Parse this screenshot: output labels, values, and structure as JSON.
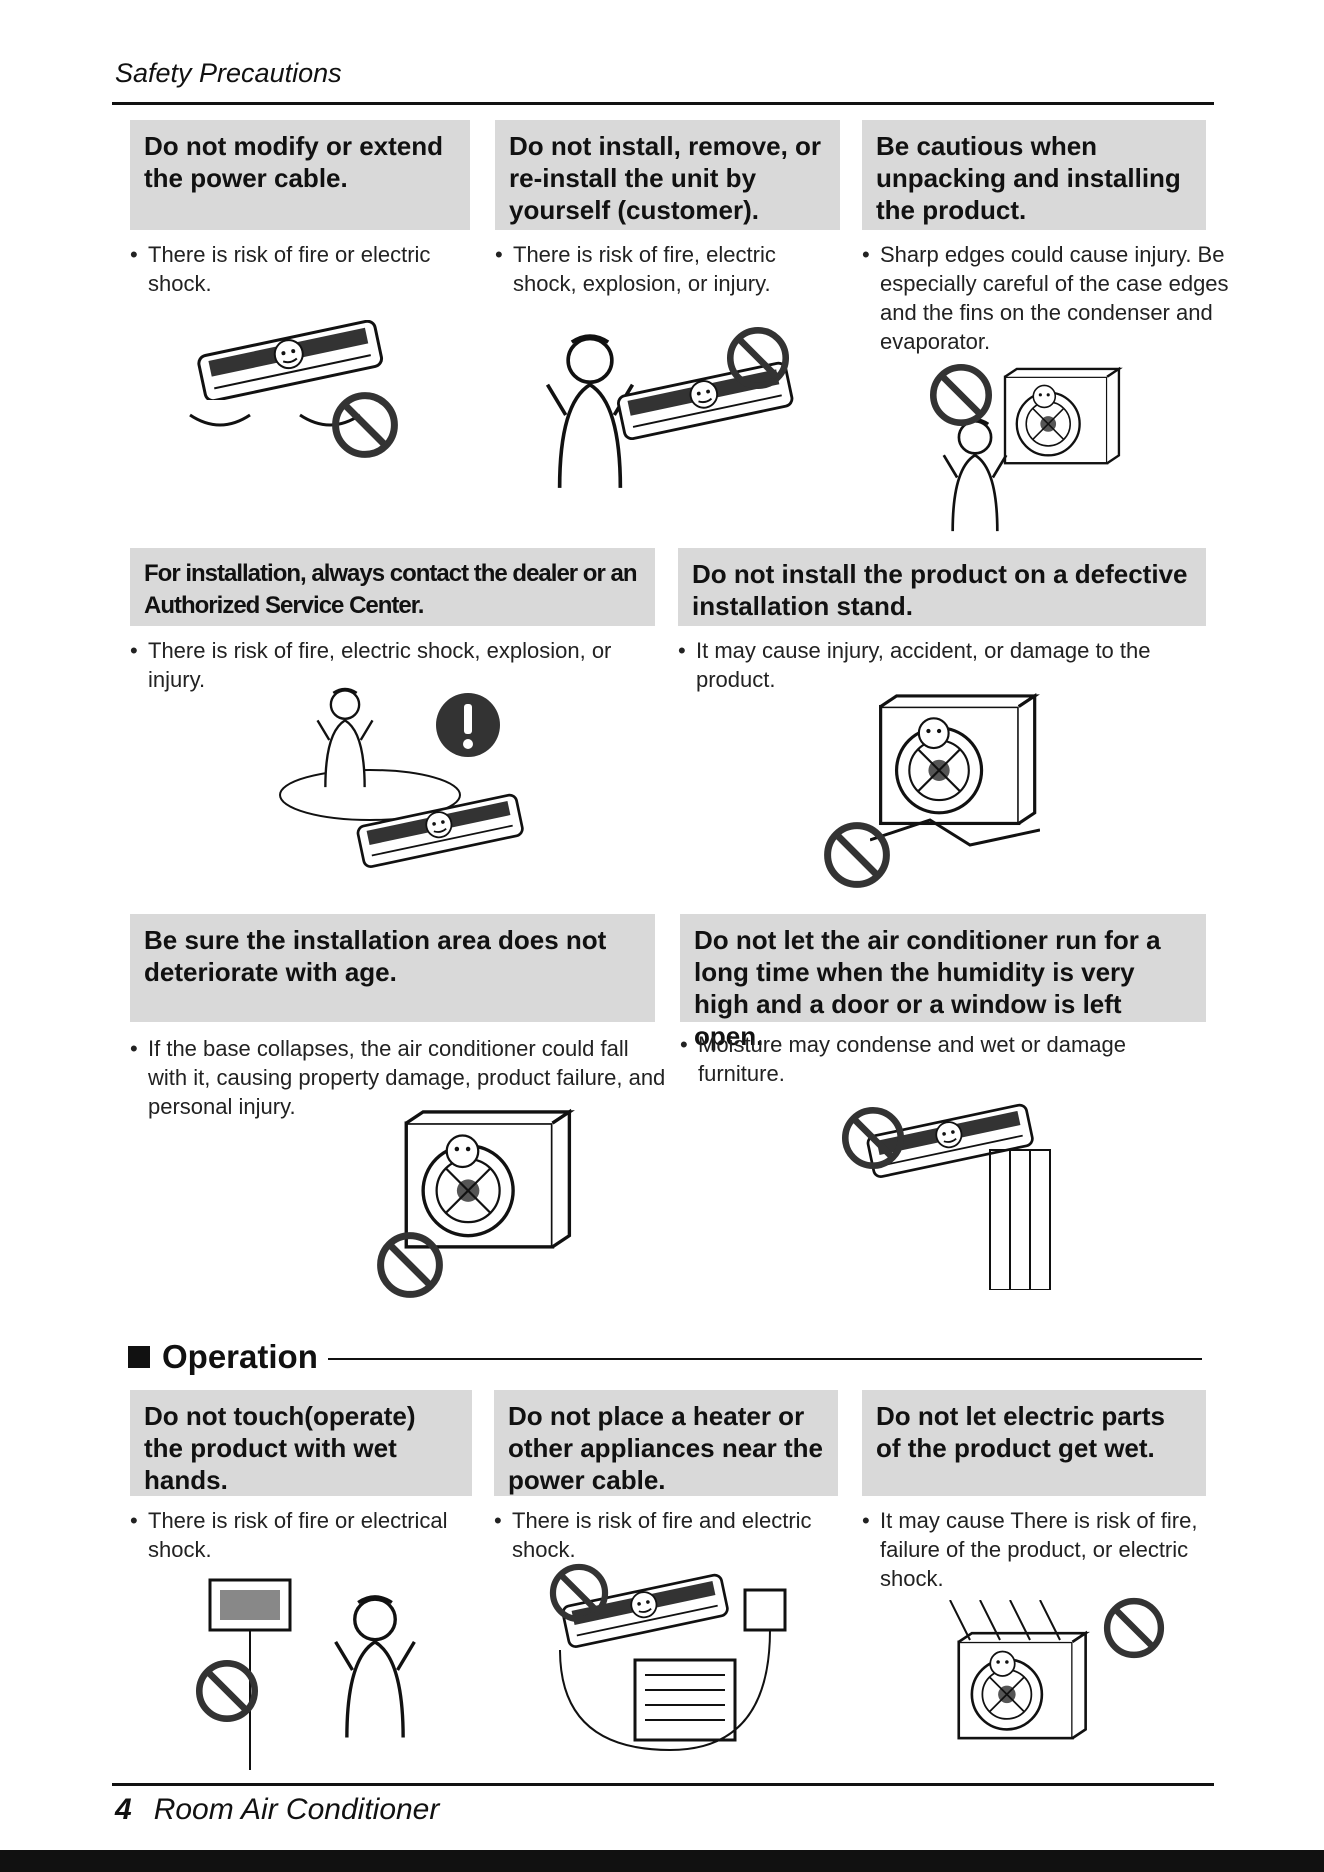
{
  "header": {
    "section": "Safety Precautions"
  },
  "panels": [
    {
      "title": "Do not modify or extend the power cable.",
      "bullet": "There is risk of fire or electric shock."
    },
    {
      "title": "Do not install, remove, or re-install the unit by yourself (customer).",
      "bullet": "There is risk of fire, electric shock, explosion, or injury."
    },
    {
      "title": "Be cautious when unpacking and installing the product.",
      "bullet": "Sharp edges could cause injury. Be especially careful of the case edges and the fins on the condenser and evaporator."
    },
    {
      "title": "For installation, always contact the dealer or an Authorized Service Center.",
      "bullet": "There is risk of fire, electric shock, explosion, or injury."
    },
    {
      "title": "Do not install the product on a defective installation stand.",
      "bullet": "It may cause injury, accident, or damage to the product."
    },
    {
      "title": "Be sure the installation area does not deteriorate with age.",
      "bullet": "If the base collapses, the air conditioner could fall with it, causing property damage, product failure, and personal injury."
    },
    {
      "title": "Do not let the air conditioner run for a long time when the humidity is very high and a door or a window is left open.",
      "bullet": "Moisture may condense and wet or damage furniture."
    }
  ],
  "operation": {
    "heading": "Operation",
    "panels": [
      {
        "title": "Do not touch(operate) the product with wet hands.",
        "bullet": "There is risk of fire or electrical shock."
      },
      {
        "title": "Do not place a heater or other appliances near the power cable.",
        "bullet": "There is risk of fire and electric shock."
      },
      {
        "title": "Do not let electric parts of the product get wet.",
        "bullet": "It may cause  There is risk of fire, failure of the product, or electric shock."
      }
    ]
  },
  "footer": {
    "page_number": "4",
    "title": "Room Air Conditioner"
  },
  "colors": {
    "title_bg": "#d9d9d9",
    "prohibit": "#333333",
    "ink": "#111111"
  },
  "icons": [
    "prohibition-icon",
    "exclamation-icon",
    "air-conditioner-illustration"
  ]
}
